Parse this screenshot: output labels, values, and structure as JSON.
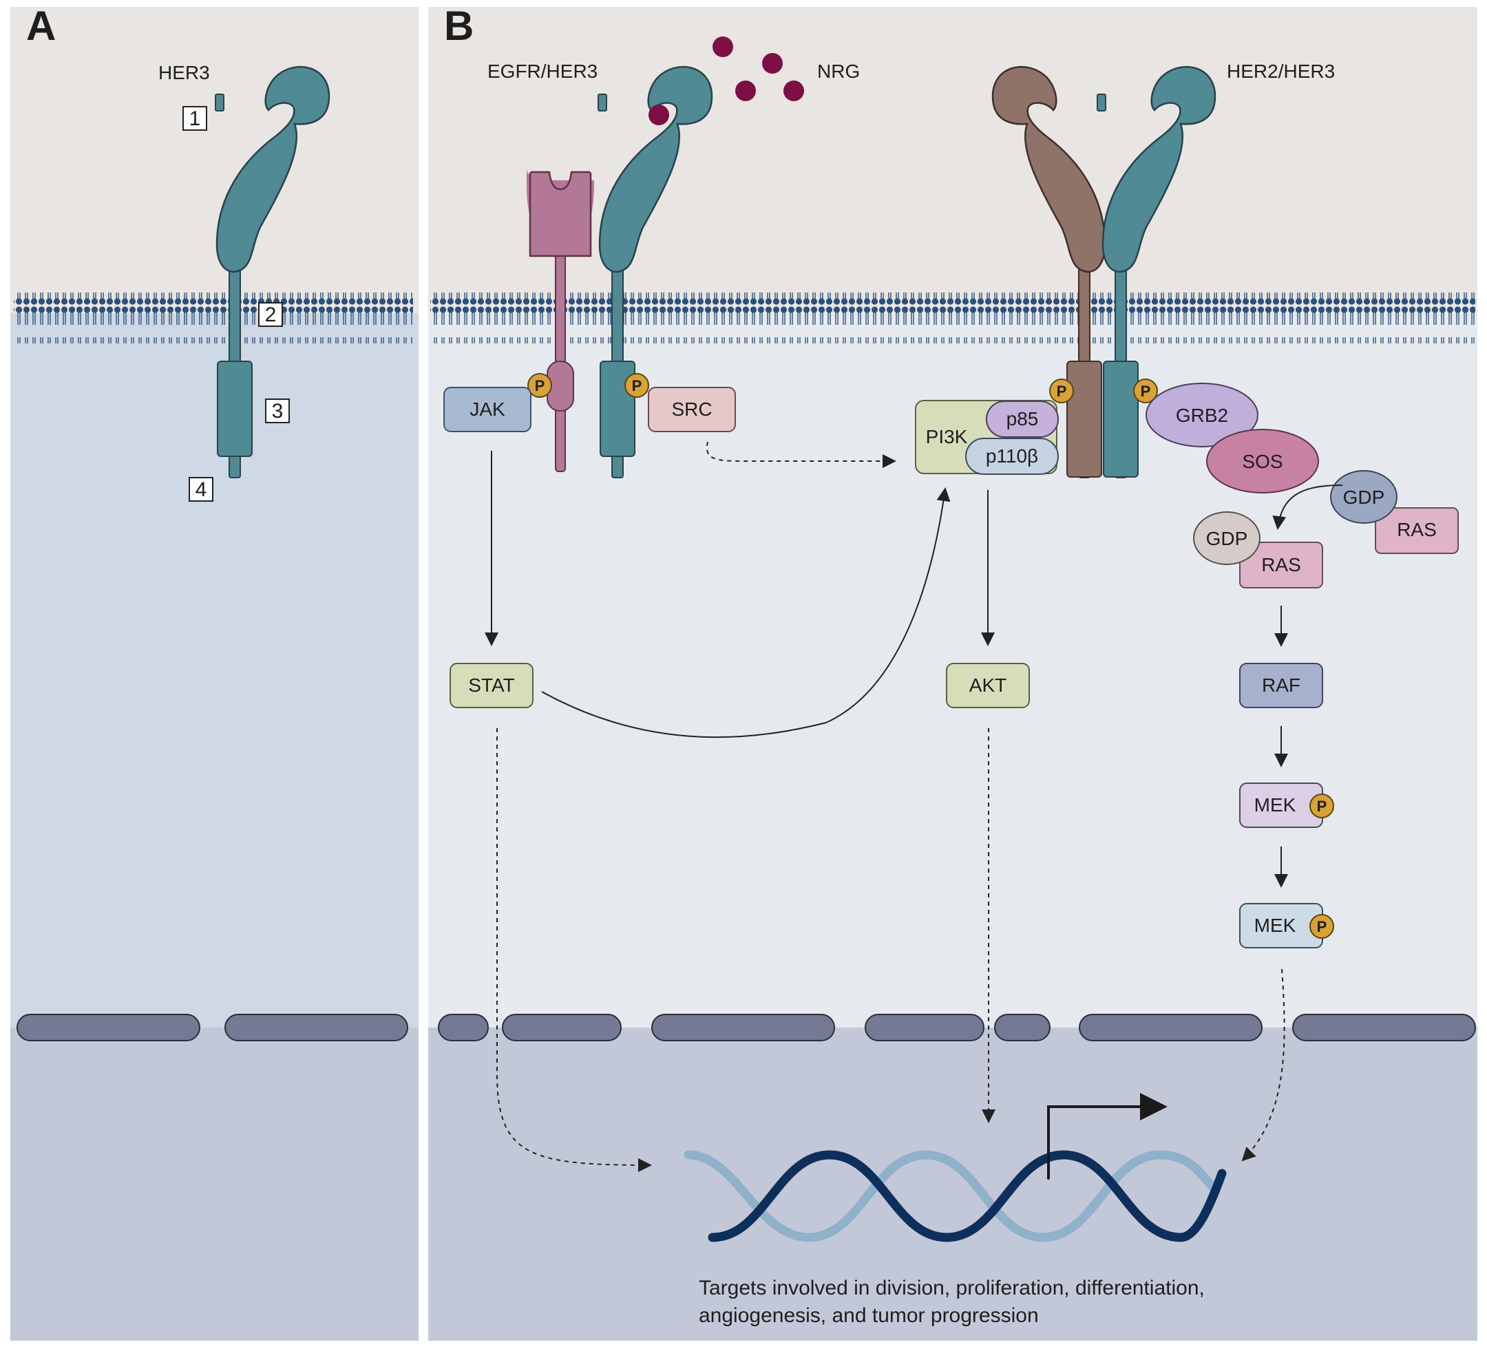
{
  "panels": {
    "a": "A",
    "b": "B"
  },
  "panel_a": {
    "receptor_label": "HER3",
    "domain_numbers": [
      "1",
      "2",
      "3",
      "4"
    ]
  },
  "panel_b": {
    "ligand_label": "NRG",
    "dimer_labels": {
      "egfr_her3": "EGFR/HER3",
      "her2_her3": "HER2/HER3"
    },
    "phospho": "P",
    "nodes": {
      "jak": "JAK",
      "src": "SRC",
      "pi3k": "PI3K",
      "p85": "p85",
      "p110b": "p110β",
      "grb2": "GRB2",
      "sos": "SOS",
      "gdp_free": "GDP",
      "ras_free": "RAS",
      "gdp_bound": "GDP",
      "ras_bound": "RAS",
      "stat": "STAT",
      "akt": "AKT",
      "raf": "RAF",
      "mek1": "MEK",
      "mek2": "MEK"
    },
    "caption": [
      "Targets involved in division, proliferation, differentiation,",
      "angiogenesis, and tumor progression"
    ]
  },
  "colors": {
    "extracellular": "#e8e5e2",
    "cytoplasm_a": "#ced9e5",
    "cytoplasm_b": "#e6eaef",
    "nucleus": "#c3c8d9",
    "her3": "#4f8a95",
    "her2": "#8f7268",
    "cytokine_receptor": "#b37797",
    "nrg": "#7d0f45",
    "phospho": "#d9a237",
    "membrane_head": "#2c4f7c",
    "nuclear_envelope": "#747a94",
    "dna_dark": "#0e2f5c",
    "dna_light": "#8fb1c9"
  }
}
